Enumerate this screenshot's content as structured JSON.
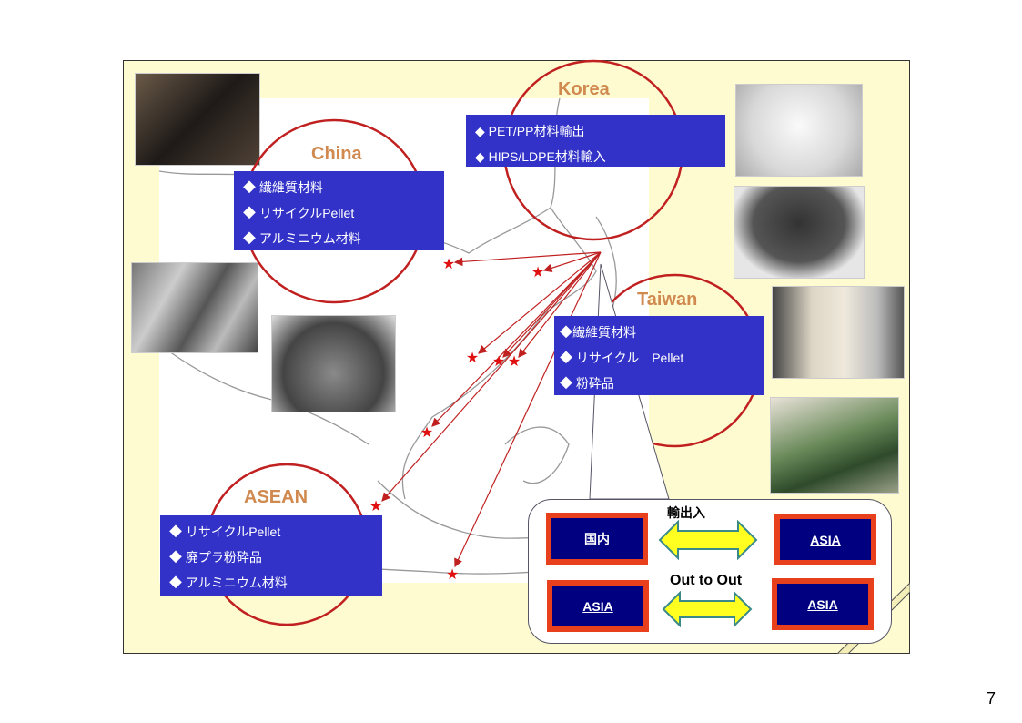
{
  "regions": {
    "china": {
      "title": "China",
      "items": [
        "◆ 繊維質材料",
        "◆ リサイクルPellet",
        "◆ アルミニウム材料"
      ]
    },
    "korea": {
      "title": "Korea",
      "items": [
        "◆ PET/PP材料輸出",
        "◆ HIPS/LDPE材料輸入"
      ]
    },
    "taiwan": {
      "title": "Taiwan",
      "items": [
        "◆繊維質材料",
        "◆ リサイクル　Pellet",
        "◆ 粉砕品"
      ]
    },
    "asean": {
      "title": "ASEAN",
      "items": [
        "◆ リサイクルPellet",
        "◆ 廃プラ粉砕品",
        "◆ アルミニウム材料"
      ]
    }
  },
  "flow_panel": {
    "import_export_label": "輸出入",
    "out_to_out_label": "Out to Out",
    "tiles": [
      "国内",
      "ASIA",
      "ASIA",
      "ASIA"
    ]
  },
  "page_number": "7",
  "colors": {
    "box": "#3232c8",
    "circle": "#c02020",
    "tile_border": "#e8401c",
    "tile_fill": "#000080",
    "background": "#fffbd0"
  }
}
